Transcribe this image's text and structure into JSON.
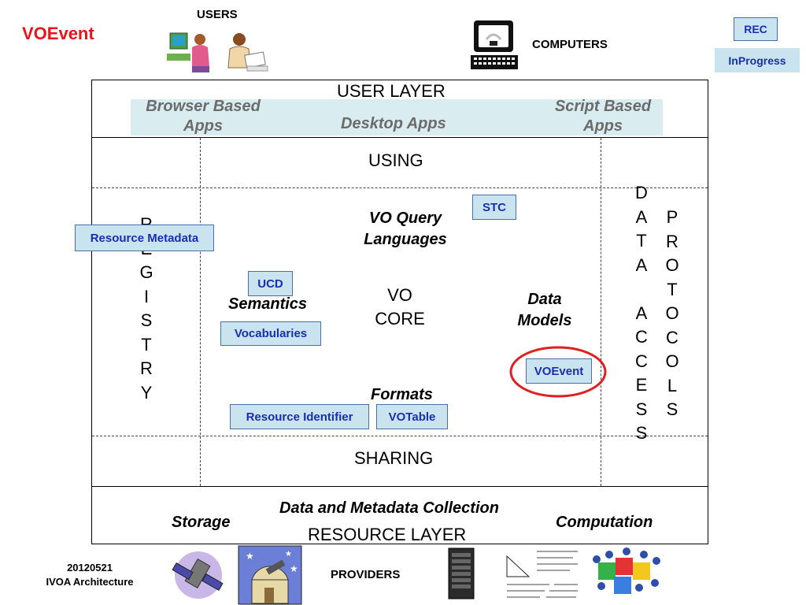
{
  "title": "VOEvent",
  "top": {
    "users_label": "USERS",
    "computers_label": "COMPUTERS",
    "providers_label": "PROVIDERS"
  },
  "legend": {
    "rec": "REC",
    "in_progress": "InProgress"
  },
  "user_layer": {
    "title": "USER LAYER",
    "browser_apps": [
      "Browser Based",
      "Apps"
    ],
    "desktop_apps": "Desktop Apps",
    "script_apps": [
      "Script Based",
      "Apps"
    ]
  },
  "using_label": "USING",
  "sharing_label": "SHARING",
  "registry_letters": [
    "R",
    "E",
    "G",
    "I",
    "S",
    "T",
    "R",
    "Y"
  ],
  "data_access_letters": [
    "D",
    "A",
    "T",
    "A",
    "",
    "A",
    "C",
    "C",
    "E",
    "S",
    "S"
  ],
  "protocols_letters": [
    "P",
    "R",
    "O",
    "T",
    "O",
    "C",
    "O",
    "L",
    "S"
  ],
  "core": {
    "vo_query": [
      "VO Query",
      "Languages"
    ],
    "vo_core": [
      "VO",
      "CORE"
    ],
    "semantics": "Semantics",
    "data_models": [
      "Data",
      "Models"
    ],
    "formats": "Formats"
  },
  "tags": {
    "resource_metadata": "Resource Metadata",
    "stc": "STC",
    "ucd": "UCD",
    "vocabularies": "Vocabularies",
    "voevent": "VOEvent",
    "resource_identifier": "Resource Identifier",
    "votable": "VOTable"
  },
  "resource_layer": {
    "collection": "Data and Metadata Collection",
    "storage": "Storage",
    "computation": "Computation",
    "title": "RESOURCE LAYER"
  },
  "footer": {
    "date": "20120521",
    "org": "IVOA Architecture"
  },
  "colors": {
    "title_red": "#e8141b",
    "tag_fill": "#c9e3ef",
    "tag_border": "#4b6ea8",
    "tag_text": "#1a2fb0",
    "band_fill": "#d9ecf0",
    "highlight_red": "#e02020"
  }
}
